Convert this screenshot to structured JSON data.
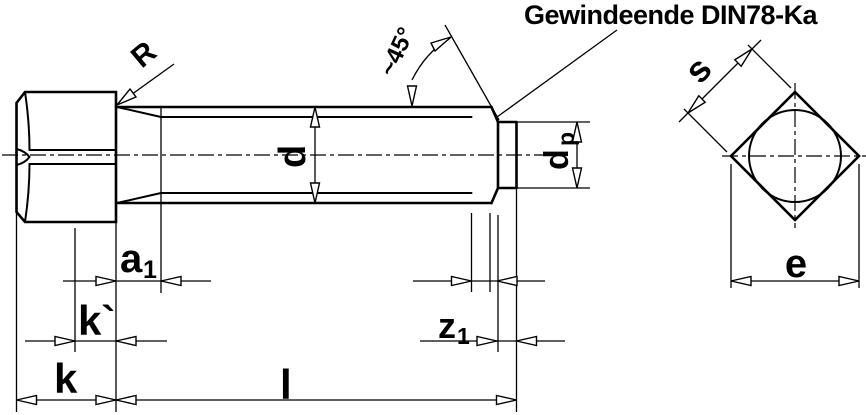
{
  "drawing": {
    "title": "Gewindeende DIN78-Ka",
    "colors": {
      "background": "#ffffff",
      "line": "#000000"
    },
    "labels": {
      "radius": "R",
      "chamfer_angle": "~45°",
      "diameter": "d",
      "pin_diameter": {
        "base": "d",
        "sub": "p"
      },
      "a1": {
        "base": "a",
        "sub": "1"
      },
      "k_prime": "k`",
      "k": "k",
      "length": "l",
      "z1": {
        "base": "z",
        "sub": "1"
      },
      "across_flats": "s",
      "across_corners": "e"
    }
  }
}
